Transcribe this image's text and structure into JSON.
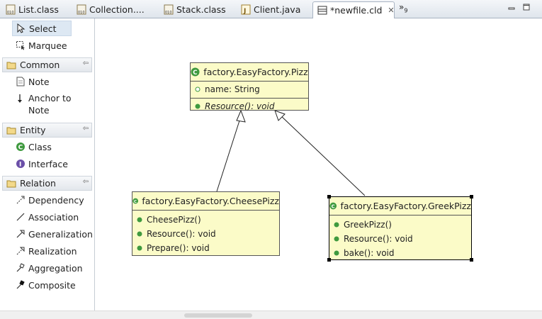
{
  "tabs": [
    {
      "label": "List.class",
      "icon": "class-file-icon"
    },
    {
      "label": "Collection....",
      "icon": "class-file-icon"
    },
    {
      "label": "Stack.class",
      "icon": "class-file-icon"
    },
    {
      "label": "Client.java",
      "icon": "java-file-icon"
    },
    {
      "label": "*newfile.cld",
      "icon": "class-diagram-icon",
      "close": "✕"
    }
  ],
  "tabs_more": {
    "label": "»",
    "count": "9"
  },
  "palette": {
    "tools": [
      {
        "label": "Select",
        "icon": "select-arrow-icon"
      },
      {
        "label": "Marquee",
        "icon": "marquee-icon"
      }
    ],
    "drawers": [
      {
        "label": "Common",
        "items": [
          {
            "label": "Note",
            "icon": "note-icon"
          },
          {
            "label_1": "Anchor to",
            "label_2": "Note",
            "icon": "anchor-icon"
          }
        ]
      },
      {
        "label": "Entity",
        "items": [
          {
            "label": "Class",
            "icon": "class-icon"
          },
          {
            "label": "Interface",
            "icon": "interface-icon"
          }
        ]
      },
      {
        "label": "Relation",
        "items": [
          {
            "label": "Dependency",
            "icon": "dependency-icon"
          },
          {
            "label": "Association",
            "icon": "association-icon"
          },
          {
            "label": "Generalization",
            "icon": "generalization-icon"
          },
          {
            "label": "Realization",
            "icon": "realization-icon"
          },
          {
            "label": "Aggregation",
            "icon": "aggregation-icon"
          },
          {
            "label": "Composite",
            "icon": "composite-icon"
          }
        ]
      }
    ]
  },
  "diagram": {
    "classes": [
      {
        "name": "factory.EasyFactory.Pizz",
        "attributes": [
          "name: String"
        ],
        "methods": [
          "Resource(): void"
        ]
      },
      {
        "name": "factory.EasyFactory.CheesePizz",
        "methods": [
          "CheesePizz()",
          "Resource(): void",
          "Prepare(): void"
        ]
      },
      {
        "name": "factory.EasyFactory.GreekPizz",
        "methods": [
          "GreekPizz()",
          "Resource(): void",
          "bake(): void"
        ]
      }
    ]
  },
  "colors": {
    "class_fill": "#fbfbc8",
    "class_icon": "#3f9a3f",
    "method_marker": "#3f9a3f",
    "selection_bg": "#dde8f3"
  }
}
